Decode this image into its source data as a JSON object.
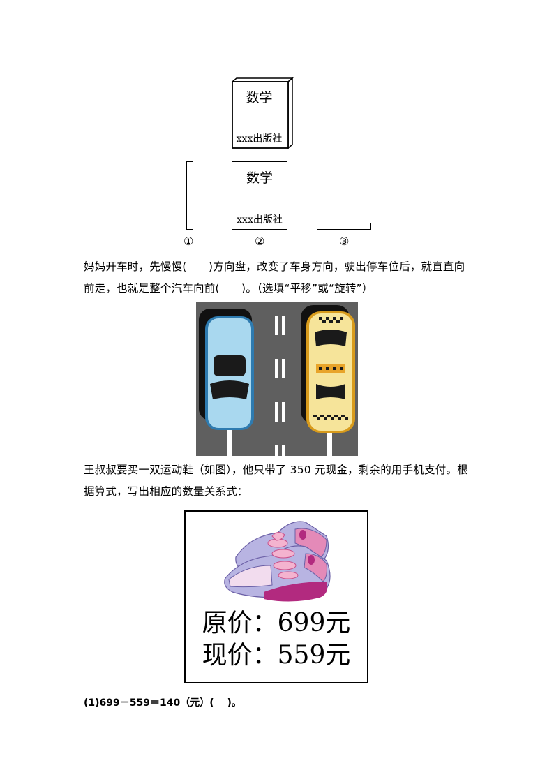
{
  "books": {
    "book_3d": {
      "title": "数学",
      "publisher": "xxx出版社"
    },
    "book_front": {
      "title": "数学",
      "publisher": "xxx出版社"
    },
    "labels": [
      "①",
      "②",
      "③"
    ]
  },
  "question_car": {
    "line1": "妈妈开车时，先慢慢(　　)方向盘，改变了车身方向，驶出停车位后，就直直向",
    "line2": "前走，也就是整个汽车向前(　　)。（选填“平移”或“旋转”）"
  },
  "car_image": {
    "road_color": "#5f5f5f",
    "blue_car_color": "#a9d8ef",
    "taxi_color": "#f2c23a"
  },
  "question_shoes": {
    "line1": "王叔叔要买一双运动鞋（如图），他只带了 350 元现金，剩余的用手机支付。根",
    "line2": "据算式，写出相应的数量关系式："
  },
  "shoe_card": {
    "original_price_label": "原价：",
    "original_price": "699元",
    "current_price_label": "现价：",
    "current_price": "559元"
  },
  "formula": {
    "text": "(1)699－559＝140（元）(　 )。"
  }
}
